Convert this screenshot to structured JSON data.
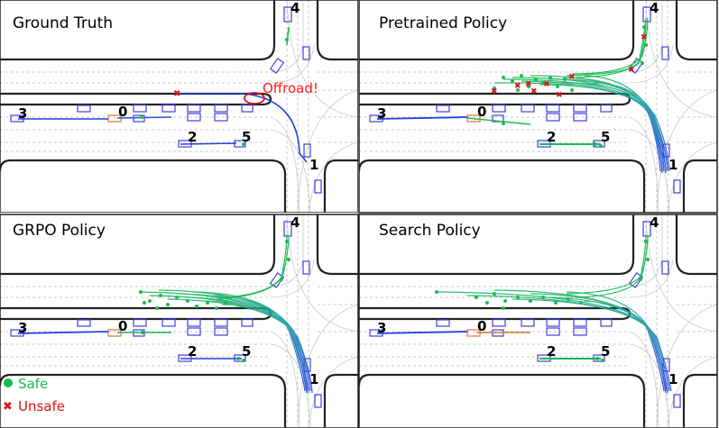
{
  "panels": [
    {
      "id": "ground-truth",
      "title": "Ground Truth"
    },
    {
      "id": "pretrained",
      "title": "Pretrained Policy"
    },
    {
      "id": "grpo",
      "title": "GRPO Policy"
    },
    {
      "id": "search",
      "title": "Search Policy"
    }
  ],
  "agent_ids": [
    "0",
    "1",
    "2",
    "3",
    "4",
    "5"
  ],
  "annotation": {
    "offroad": "Offroad!"
  },
  "legend": {
    "safe": "Safe",
    "unsafe": "Unsafe",
    "safe_color": "#1db954",
    "unsafe_color": "#ff1a1a"
  },
  "colors": {
    "trajectory_start": "#1db954",
    "trajectory_end": "#2040e0",
    "vehicle": "#4040e0",
    "ego": "#e07040"
  }
}
